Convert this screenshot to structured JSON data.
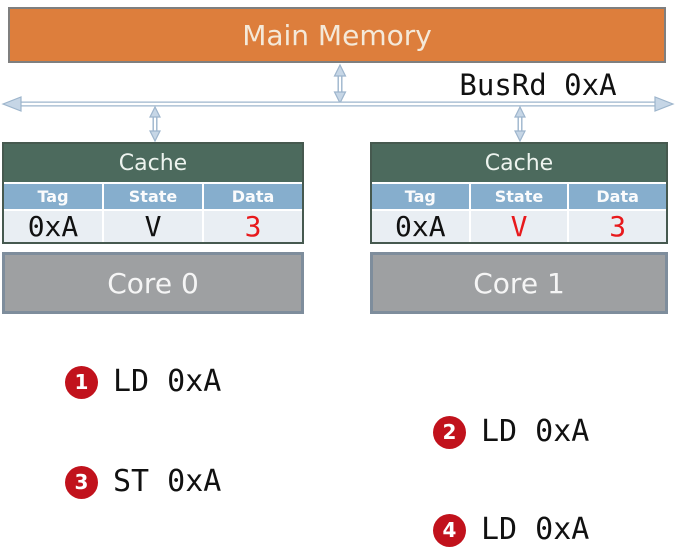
{
  "memory": {
    "label": "Main Memory"
  },
  "bus": {
    "label": "BusRd 0xA"
  },
  "caches": [
    {
      "title": "Cache",
      "columns": [
        "Tag",
        "State",
        "Data"
      ],
      "row": {
        "tag": "0xA",
        "state": "V",
        "data": "3"
      }
    },
    {
      "title": "Cache",
      "columns": [
        "Tag",
        "State",
        "Data"
      ],
      "row": {
        "tag": "0xA",
        "state": "V",
        "data": "3"
      }
    }
  ],
  "cores": [
    {
      "label": "Core 0"
    },
    {
      "label": "Core 1"
    }
  ],
  "ops": [
    {
      "num": "1",
      "label": "LD 0xA"
    },
    {
      "num": "2",
      "label": "LD 0xA"
    },
    {
      "num": "3",
      "label": "ST 0xA"
    },
    {
      "num": "4",
      "label": "LD 0xA"
    }
  ],
  "colors": {
    "memory_fill": "#DD7E3C",
    "cache_header_fill": "#4C6A5D",
    "table_header_fill": "#86AECD",
    "table_row_fill": "#E9EEF3",
    "core_fill": "#9EA0A2",
    "arrow_blue": "#9DB5CC",
    "badge_red": "#C1121C",
    "value_red": "#E8191C"
  }
}
